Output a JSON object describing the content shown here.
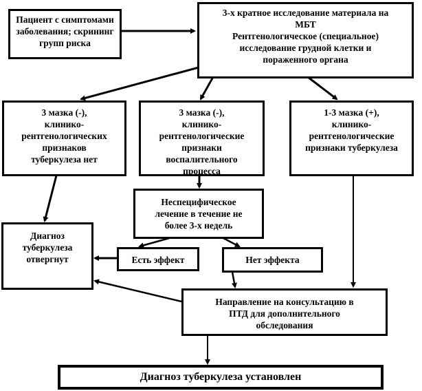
{
  "colors": {
    "line": "#000000",
    "background": "#ffffff"
  },
  "nodes": {
    "patient": "Пациент с симптомами\nзаболевания; скрининг\nгрупп риска",
    "exam": "3-х кратное исследование материала на\nМБТ\nРентгенологическое (специальное)\nисследование грудной клетки и\nпораженного органа",
    "neg_no_signs": "3 мазка (-),\nклинико-\nрентгенологических\nпризнаков\nтуберкулеза нет",
    "neg_inflam": "3 мазка (-),\nклинико-\nрентгенологические\nпризнаки\nвоспалительного\nпроцесса",
    "positive": "1-3 мазка (+),\nклинико-\nрентгенологические\nпризнаки туберкулеза",
    "nonspecific": "Неспецифическое\nлечение в течение не\nболее 3-х недель",
    "rejected": "Диагноз\nтуберкулеза\nотвергнут",
    "effect": "Есть эффект",
    "no_effect": "Нет эффекта",
    "referral": "Направление на консультацию в\nПТД для дополнительного\nобследования",
    "established": "Диагноз туберкулеза установлен"
  }
}
